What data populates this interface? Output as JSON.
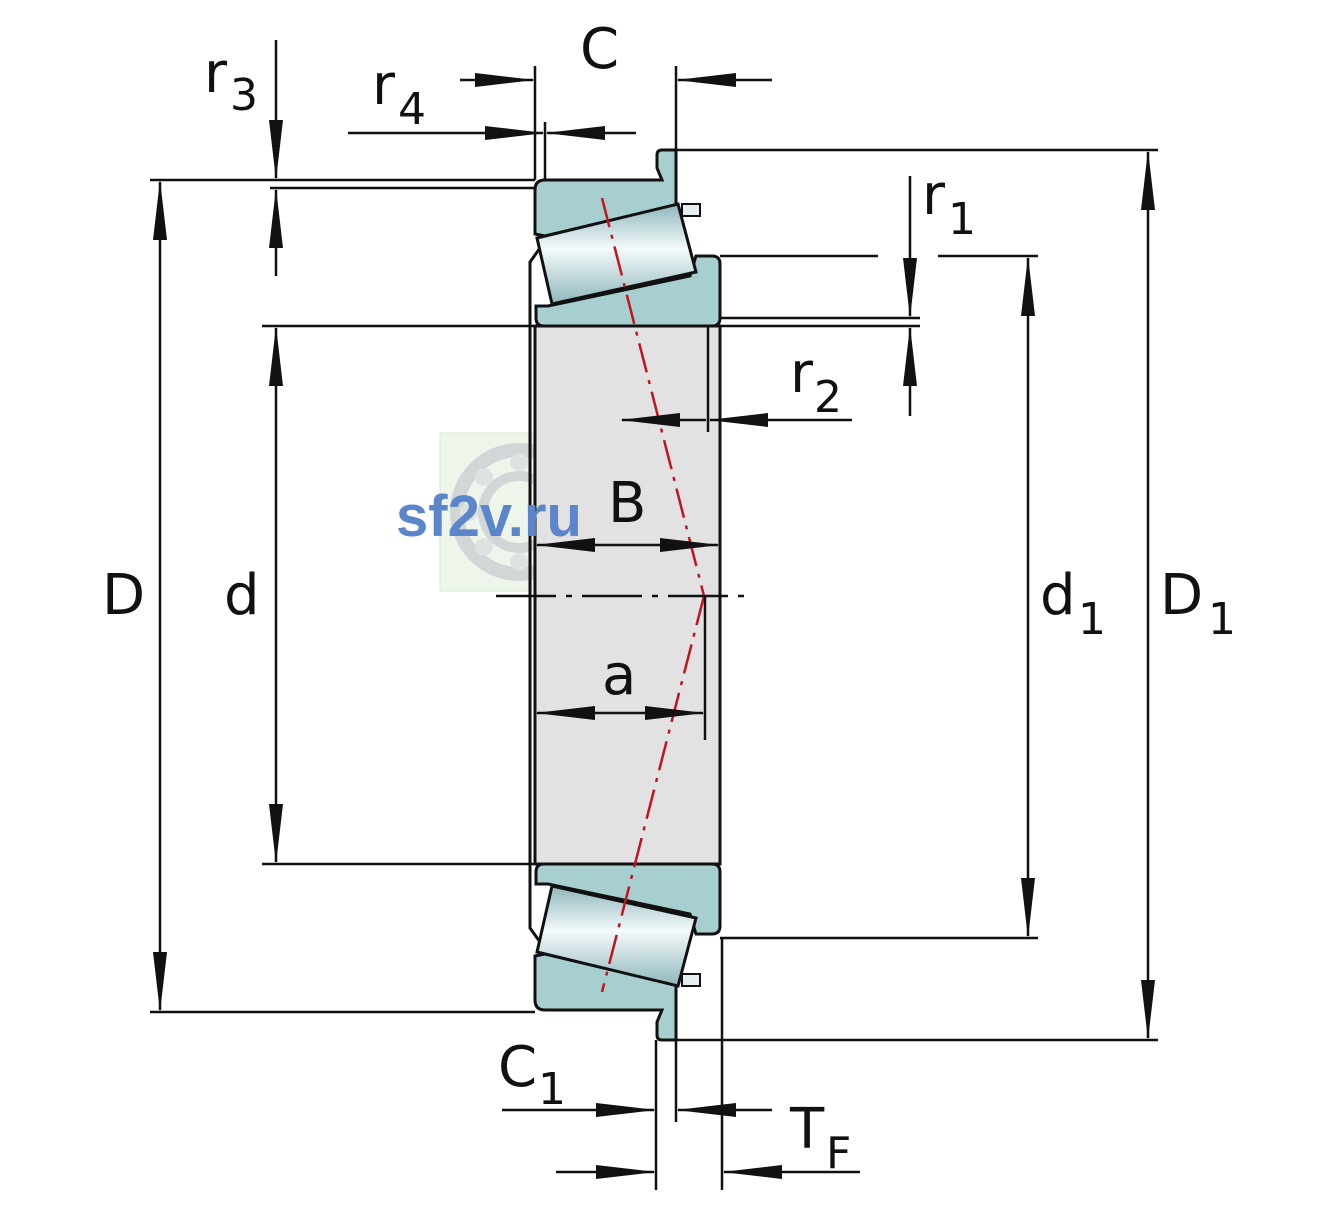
{
  "labels": {
    "C": {
      "main": "C"
    },
    "r3": {
      "main": "r",
      "sub": "3"
    },
    "r4": {
      "main": "r",
      "sub": "4"
    },
    "r1": {
      "main": "r",
      "sub": "1"
    },
    "r2": {
      "main": "r",
      "sub": "2"
    },
    "B": {
      "main": "B"
    },
    "D": {
      "main": "D"
    },
    "d": {
      "main": "d"
    },
    "d1": {
      "main": "d",
      "sub": "1"
    },
    "D1": {
      "main": "D",
      "sub": "1"
    },
    "a": {
      "main": "a"
    },
    "C1": {
      "main": "C",
      "sub": "1"
    },
    "TF": {
      "main": "T",
      "sub": "F"
    }
  },
  "watermark": {
    "text": "sf2v.ru",
    "icon": "ball-bearing-icon"
  },
  "colors": {
    "ring_fill": "#a8cfd0",
    "bore_fill": "#e2e2e2",
    "roller_fill": "#cfe3e6",
    "axis_line": "#c0141e",
    "outline": "#111111",
    "watermark": "#5b86c9"
  }
}
